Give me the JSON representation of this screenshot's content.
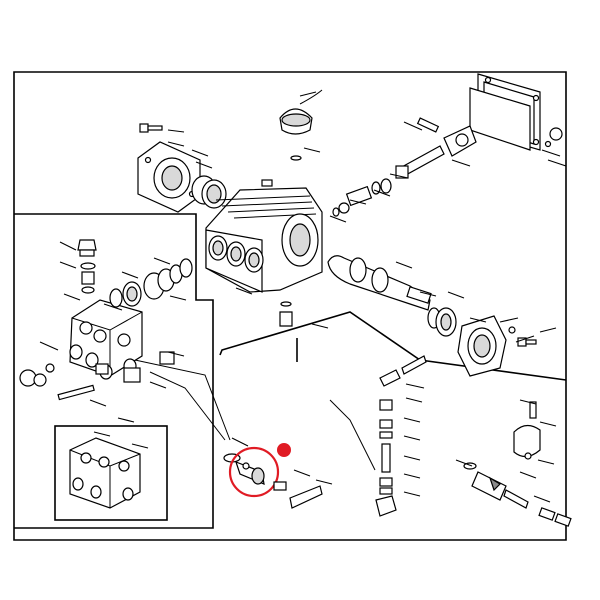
{
  "diagram": {
    "kind": "exploded-parts-view",
    "subject": "pressure-washer-pump",
    "highlight": {
      "ring_color": "#e01b24",
      "dot_color": "#e01b24"
    },
    "line_color": "#000000",
    "background": "#ffffff",
    "icons": [
      "pump-head-manifold",
      "pump-crankcase",
      "crankshaft",
      "unloader-valve",
      "bearing-cover",
      "inset-manifold-view"
    ]
  }
}
